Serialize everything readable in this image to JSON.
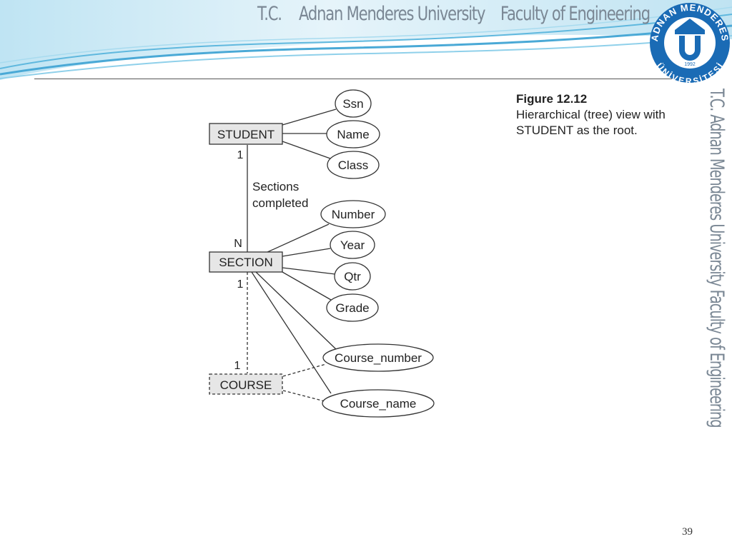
{
  "header": {
    "tc": "T.C.",
    "university": "Adnan Menderes University",
    "faculty": "Faculty of Engineering"
  },
  "logo": {
    "ring_top": "ADNAN MENDERES",
    "ring_bottom": "ÜNİVERSİTESİ",
    "year": "1992"
  },
  "side_banner": "T.C.      Adnan Menderes University      Faculty of Engineering",
  "figure": {
    "number": "Figure 12.12",
    "description": "Hierarchical (tree) view with STUDENT as the root."
  },
  "diagram": {
    "entities": {
      "student": "STUDENT",
      "section": "SECTION",
      "course": "COURSE"
    },
    "student_attributes": [
      "Ssn",
      "Name",
      "Class"
    ],
    "section_attributes": [
      "Number",
      "Year",
      "Qtr",
      "Grade"
    ],
    "course_attributes": [
      "Course_number",
      "Course_name"
    ],
    "relationship": {
      "label_line1": "Sections",
      "label_line2": "completed",
      "card_top": "1",
      "card_bottom": "N"
    },
    "section_course": {
      "card_top": "1",
      "card_bottom": "1"
    }
  },
  "page_number": "39",
  "colors": {
    "header_blue": "#5fb8de",
    "logo_blue": "#1a6bb5",
    "header_text": "#7a8794",
    "entity_fill": "#e6e6e6"
  }
}
